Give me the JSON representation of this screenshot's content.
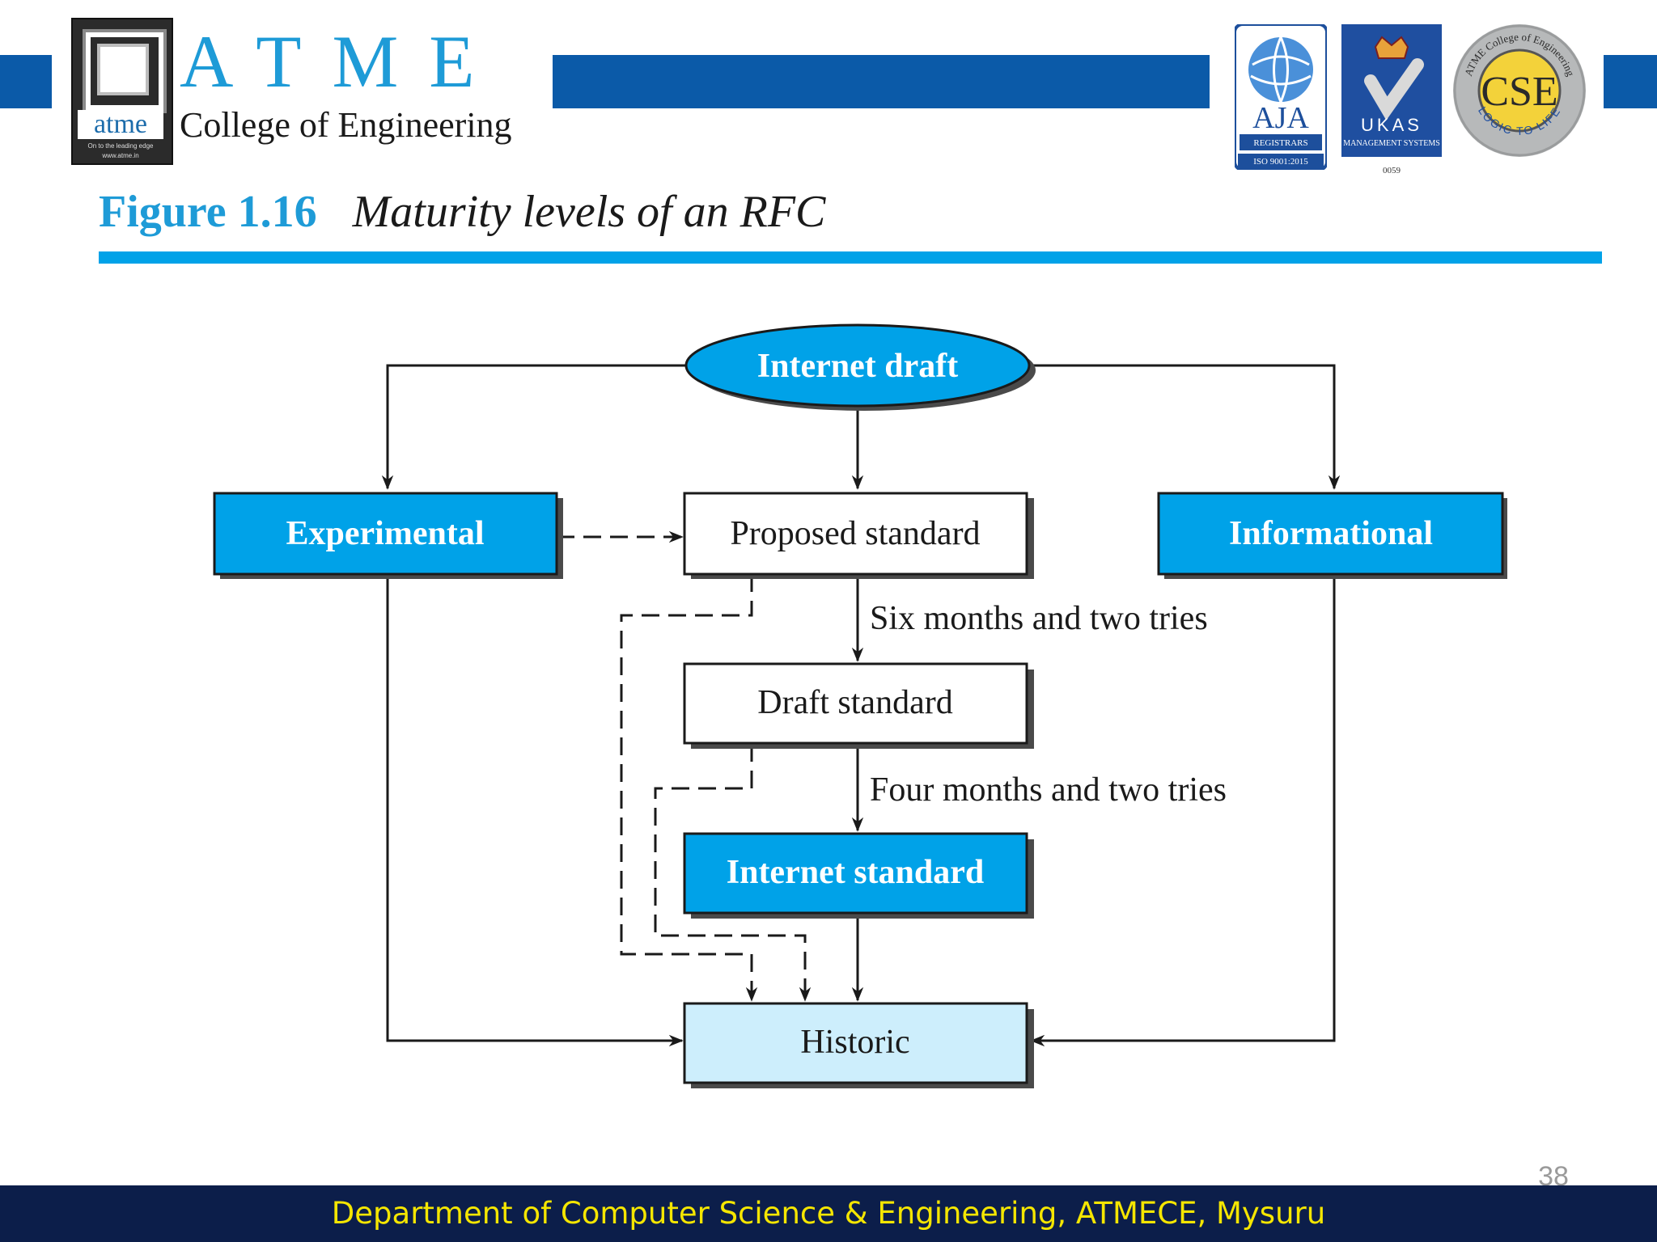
{
  "header": {
    "logo_word": "atme",
    "logo_tagline": "On to the leading edge",
    "logo_url": "www.atme.in",
    "college_letters": "ATME",
    "college_name": "College of Engineering",
    "badges": {
      "aja_name": "AJA",
      "aja_sub": "REGISTRARS",
      "aja_iso": "ISO 9001:2015",
      "ukas_name": "UKAS",
      "ukas_sub": "MANAGEMENT SYSTEMS",
      "ukas_code": "0059",
      "cse_text": "CSE",
      "cse_ring_top": "ATME College of Engineering",
      "cse_ring_bottom": "LOGIC TO LIFE"
    }
  },
  "figure": {
    "number": "Figure 1.16",
    "caption": "Maturity levels of an RFC"
  },
  "diagram": {
    "nodes": {
      "internet_draft": "Internet draft",
      "experimental": "Experimental",
      "proposed": "Proposed standard",
      "informational": "Informational",
      "draft_standard": "Draft standard",
      "internet_standard": "Internet standard",
      "historic": "Historic"
    },
    "edge_labels": {
      "proposed_to_draft": "Six months and two tries",
      "draft_to_standard": "Four months and two tries"
    },
    "colors": {
      "node_fill": "#00a2e8",
      "plain_fill": "#ffffff",
      "historic_fill": "#cdeefc",
      "band_blue": "#0b5aa8",
      "footer_bg": "#0c1e4a",
      "footer_text": "#f5e600"
    }
  },
  "footer": {
    "department": "Department of Computer Science & Engineering, ATMECE, Mysuru",
    "page_number": "38"
  }
}
